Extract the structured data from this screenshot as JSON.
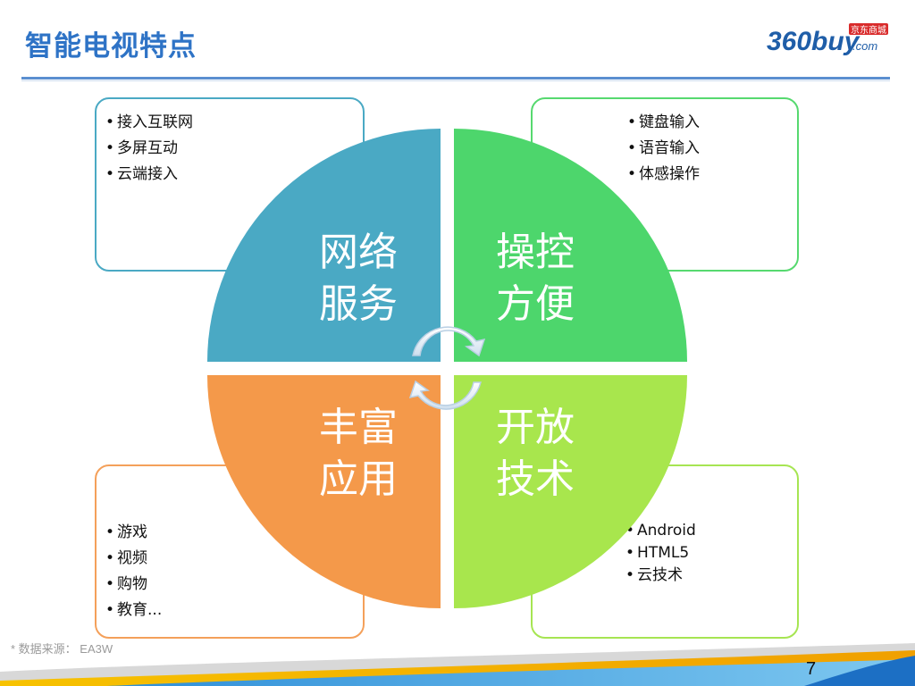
{
  "slide": {
    "title": "智能电视特点",
    "logo_text_main": "360buy",
    "logo_text_small": "京东商城",
    "logo_text_com": ".com",
    "source_note": "* 数据来源： EA3W",
    "page_number": "7"
  },
  "quadrants": [
    {
      "label_line1": "网络",
      "label_line2": "服务",
      "color": "#4aa9c4",
      "bullets": [
        "接入互联网",
        "多屏互动",
        "云端接入"
      ]
    },
    {
      "label_line1": "操控",
      "label_line2": "方便",
      "color": "#4dd66c",
      "bullets": [
        "键盘输入",
        "语音输入",
        "体感操作"
      ]
    },
    {
      "label_line1": "丰富",
      "label_line2": "应用",
      "color": "#f4994a",
      "bullets": [
        "游戏",
        "视频",
        "购物",
        "教育..."
      ]
    },
    {
      "label_line1": "开放",
      "label_line2": "技术",
      "color": "#a8e64d",
      "bullets": [
        "Android",
        "HTML5",
        "云技术"
      ]
    }
  ],
  "colors": {
    "title": "#2e73c6",
    "rule": "#5b8fd0",
    "logo_blue": "#1f5ea8",
    "logo_red": "#d92b2b"
  }
}
